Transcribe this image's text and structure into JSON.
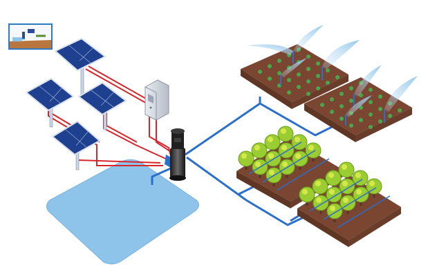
{
  "diagram": {
    "components": [
      {
        "id": "thumbnail",
        "icon": "system-overview-icon"
      },
      {
        "id": "solar-array",
        "icon": "solar-panel-icon",
        "count": 4
      },
      {
        "id": "controller",
        "icon": "control-box-icon"
      },
      {
        "id": "pump",
        "icon": "water-pump-icon"
      },
      {
        "id": "reservoir",
        "icon": "water-pond-icon"
      },
      {
        "id": "sprinkler-fields",
        "icon": "sprinkler-icon",
        "count": 2
      },
      {
        "id": "orchard",
        "icon": "fruit-tree-icon",
        "count": 2
      }
    ],
    "colors": {
      "panel": "#1f3f8f",
      "panel_frame": "#c9d6e8",
      "power_line": "#d6262b",
      "water_pipe": "#2a6fc9",
      "reservoir": "#8ec3ea",
      "soil": "#7a4632",
      "crop": "#4aa64a",
      "tree_foliage": "#9acd32",
      "spray": "#a9d3ec"
    }
  }
}
